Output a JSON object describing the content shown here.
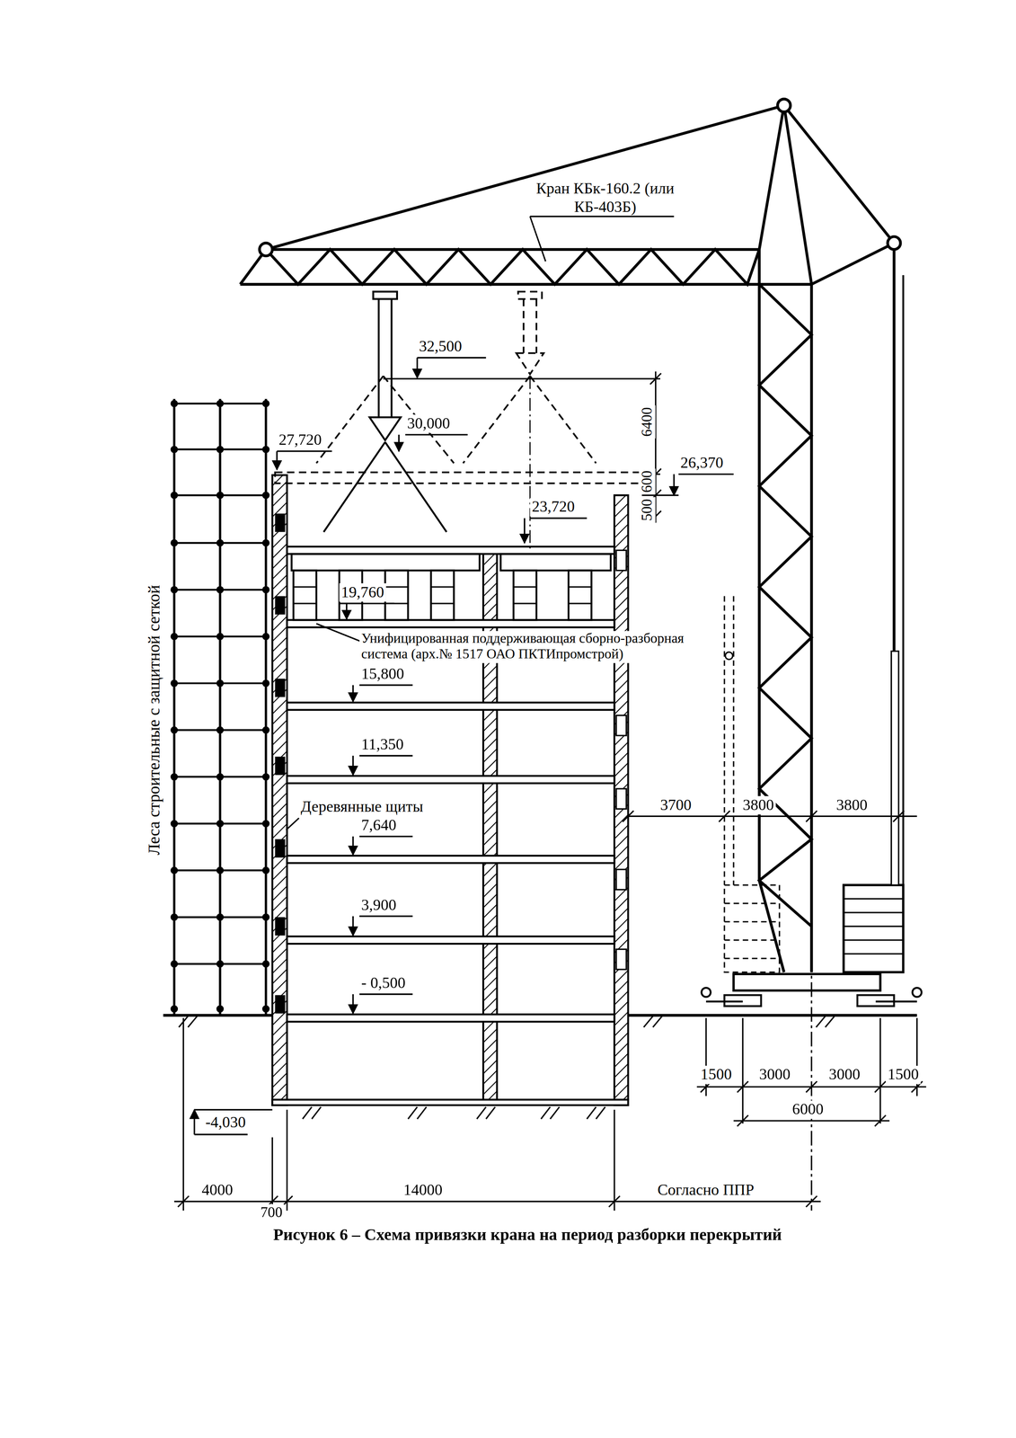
{
  "diagram": {
    "caption": "Рисунок 6 – Схема привязки крана на период разборки перекрытий",
    "labels": [
      "Кран КБк-160.2 (или КБ-403Б)",
      "32,500",
      "30,000",
      "27,720",
      "6400",
      "600",
      "26,370",
      "500",
      "23,720",
      "19,760",
      "Унифицированная поддерживающая сборно-разборная система (арх.№ 1517 ОАО ПКТИпромстрой)",
      "15,800",
      "11,350",
      "Деревянные щиты",
      "7,640",
      "3,900",
      "- 0,500",
      "3700",
      "3800",
      "3800",
      "Леса строительные с защитной сеткой",
      "1500",
      "3000",
      "3000",
      "1500",
      "6000",
      "-4,030",
      "4000",
      "700",
      "14000",
      "Согласно ППР"
    ]
  }
}
